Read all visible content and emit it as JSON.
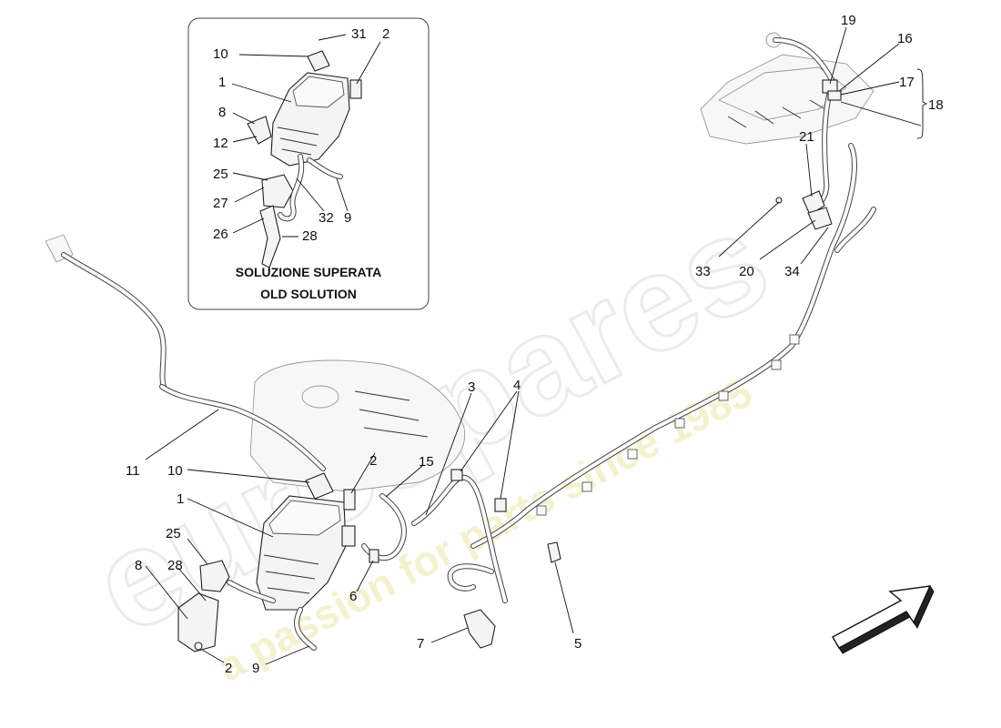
{
  "inset": {
    "caption_line1": "SOLUZIONE SUPERATA",
    "caption_line2": "OLD SOLUTION",
    "callouts": {
      "c31": "31",
      "c2": "2",
      "c10": "10",
      "c1": "1",
      "c8": "8",
      "c12": "12",
      "c25": "25",
      "c27": "27",
      "c26": "26",
      "c32": "32",
      "c9": "9",
      "c28": "28"
    }
  },
  "main": {
    "callouts": {
      "c19": "19",
      "c16": "16",
      "c17": "17",
      "c18": "18",
      "c21": "21",
      "c33": "33",
      "c20": "20",
      "c34": "34",
      "c3": "3",
      "c4": "4",
      "c11": "11",
      "c10": "10",
      "c2": "2",
      "c15": "15",
      "c1": "1",
      "c25": "25",
      "c8": "8",
      "c28": "28",
      "c6": "6",
      "c7": "7",
      "c5": "5",
      "c9": "9",
      "c2b": "2"
    }
  },
  "watermark": {
    "brand": "eurospares",
    "tagline": "a passion for parts since 1985",
    "color": "#e9e59a"
  },
  "direction_arrow": {
    "icon": "direction-arrow-icon"
  }
}
